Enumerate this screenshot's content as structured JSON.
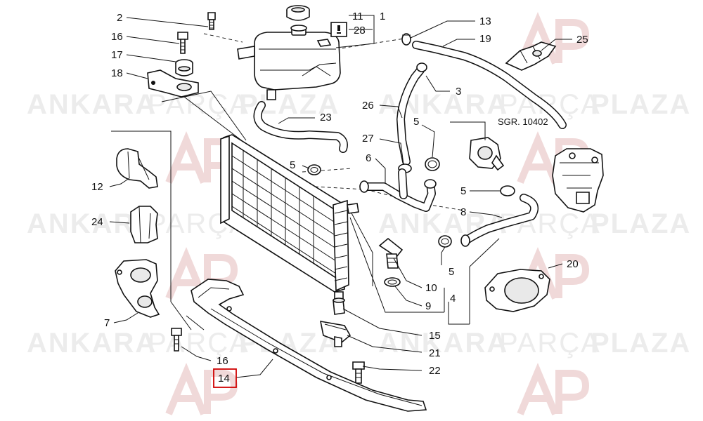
{
  "watermark": {
    "brand_a": "ANKARA",
    "brand_b": "PARÇA",
    "brand_c": "PLAZA",
    "logo_text": "AP",
    "color": "#ececec",
    "logo_color": "#f0d9d9"
  },
  "diagram": {
    "highlight_color": "#d00000",
    "labels": {
      "l1": "1",
      "l2": "2",
      "l3": "3",
      "l4": "4",
      "l5a": "5",
      "l5b": "5",
      "l5c": "5",
      "l5d": "5",
      "l6": "6",
      "l7": "7",
      "l8": "8",
      "l9": "9",
      "l10": "10",
      "l11": "11",
      "l12": "12",
      "l13": "13",
      "l14": "14",
      "l15": "15",
      "l16a": "16",
      "l16b": "16",
      "l17": "17",
      "l18": "18",
      "l19": "19",
      "l20": "20",
      "l21": "21",
      "l22": "22",
      "l23": "23",
      "l24": "24",
      "l25": "25",
      "l26": "26",
      "l27": "27",
      "l28": "28"
    },
    "reference_label": "SGR. 10402",
    "highlighted_label": "14",
    "info_badge_icon": "info-plate-icon"
  }
}
